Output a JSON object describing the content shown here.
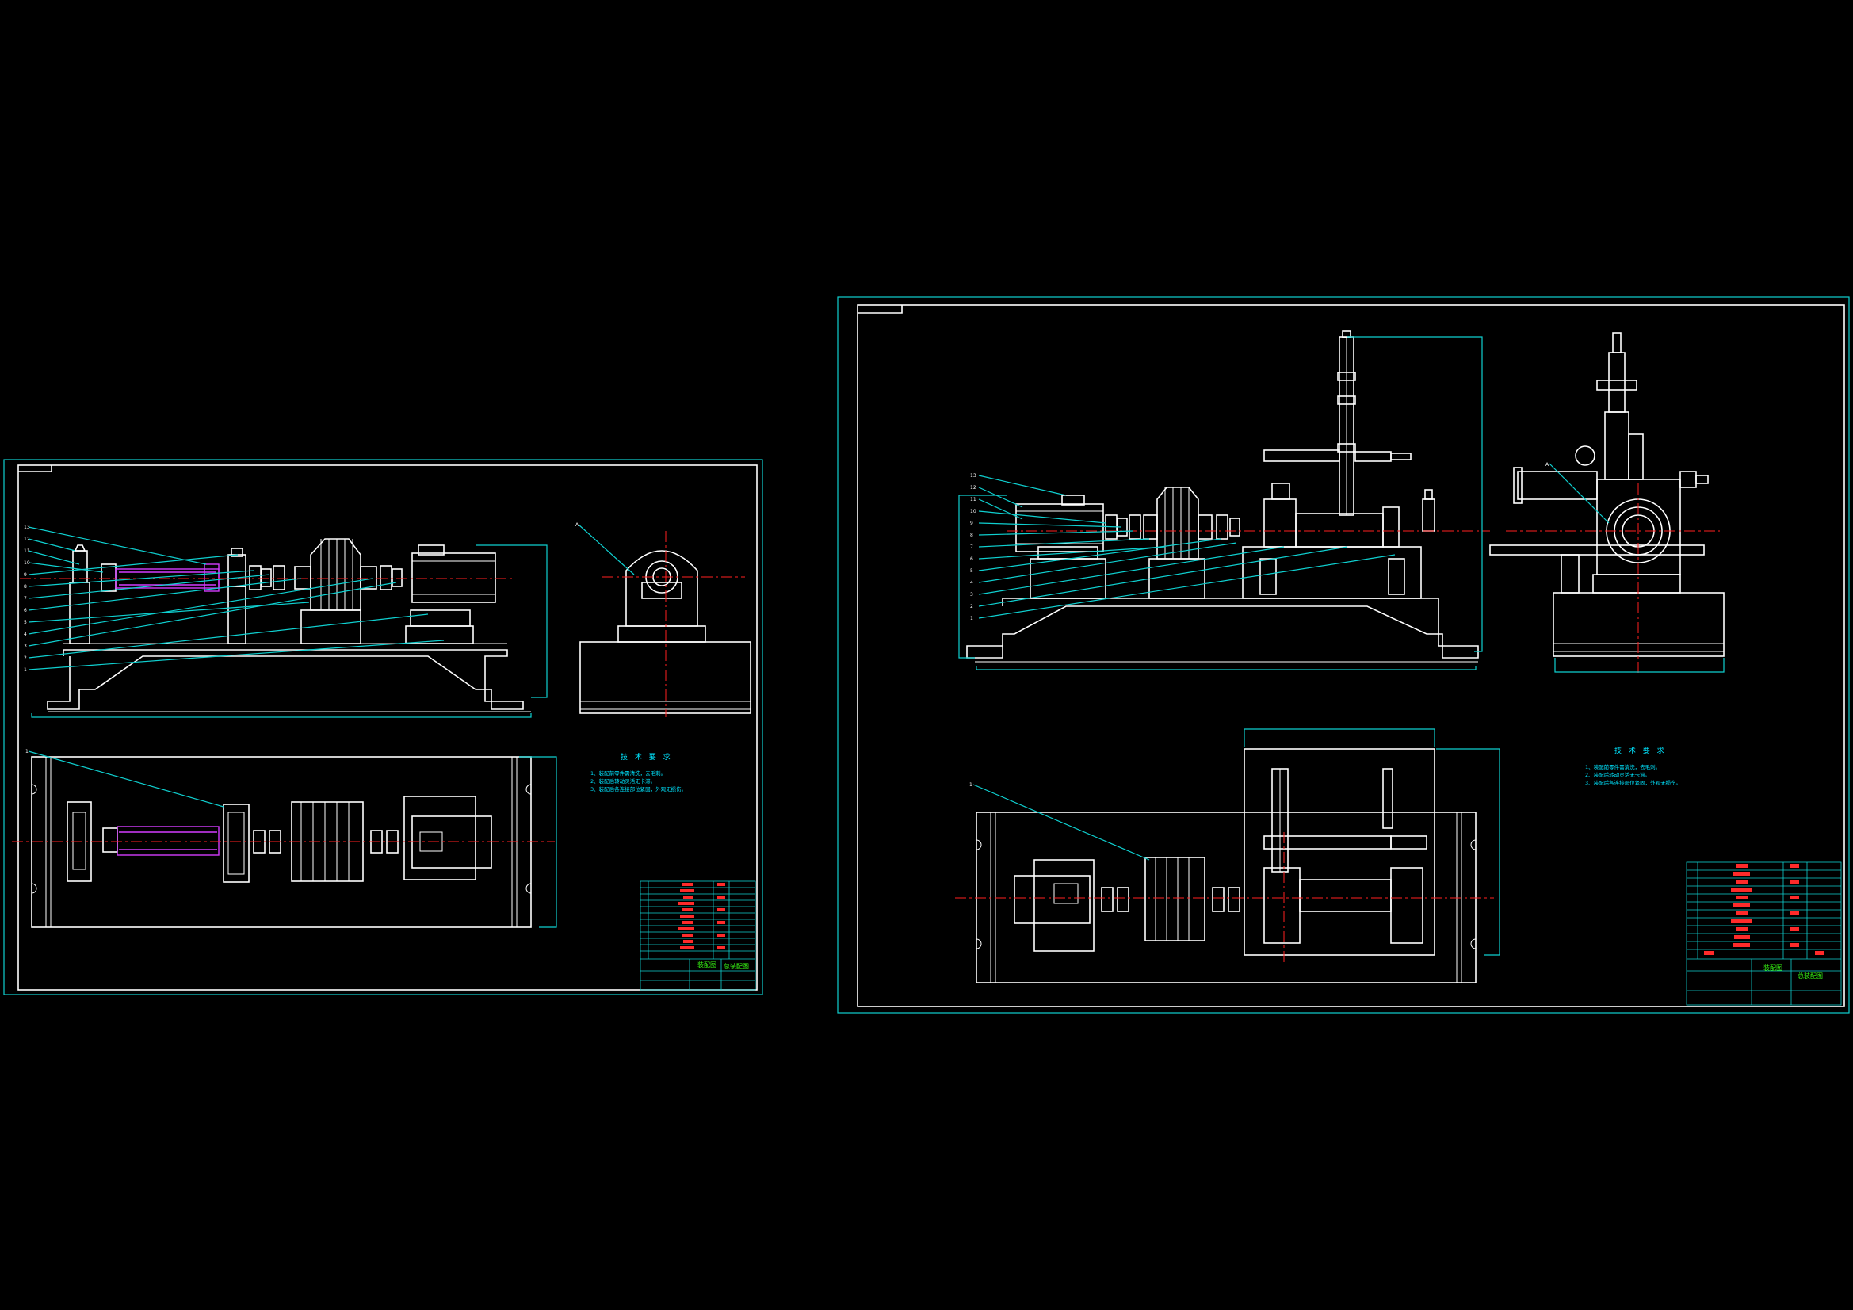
{
  "sheet_left": {
    "technical_notes": {
      "title": "技 术 要 求",
      "lines": [
        "1、装配前零件需清洗，去毛刺。",
        "2、装配后转动灵活无卡滞。",
        "3、装配后各连接部位紧固，外观无损伤。"
      ]
    },
    "title_block": {
      "drawing_name": "装配图",
      "drawing_title": "总装配图"
    },
    "part_numbers": [
      "13",
      "12",
      "11",
      "10",
      "9",
      "8",
      "7",
      "6",
      "5",
      "4",
      "3",
      "2",
      "1"
    ],
    "side_view_label": "A"
  },
  "sheet_right": {
    "technical_notes": {
      "title": "技 术 要 求",
      "lines": [
        "1、装配前零件需清洗，去毛刺。",
        "2、装配后转动灵活无卡滞。",
        "3、装配后各连接部位紧固，外观无损伤。"
      ]
    },
    "title_block": {
      "drawing_name": "装配图",
      "drawing_title": "总装配图"
    },
    "part_numbers": [
      "13",
      "12",
      "11",
      "10",
      "9",
      "8",
      "7",
      "6",
      "5",
      "4",
      "3",
      "2",
      "1"
    ],
    "side_view_label": "A"
  },
  "colors": {
    "background": "#000000",
    "outline": "#ffffff",
    "frame": "#0fd0d0",
    "centerline": "#ff2020",
    "highlight": "#d43cff",
    "notes": "#00e5ff",
    "title_block_text": "#39ff14"
  }
}
